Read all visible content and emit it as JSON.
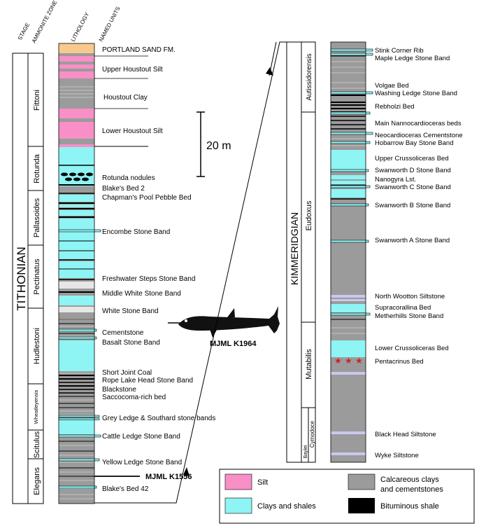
{
  "colors": {
    "silt": "#f88fc6",
    "clay": "#8ef4f4",
    "calc": "#9b9b9b",
    "bitum": "#000000",
    "portland": "#f8c98f",
    "white_band": "#e6e6e6",
    "siltstone": "#c8c8f0",
    "line": "#000000",
    "star": "#d42020"
  },
  "left_headers": {
    "stage": "STAGE",
    "zone": "AMMONITE ZONE",
    "lith": "LITHOLOGY",
    "units": "NAMED UNITS"
  },
  "left_stage": "TITHONIAN",
  "left_zones": [
    {
      "name": "Fittoni"
    },
    {
      "name": "Rotunda"
    },
    {
      "name": "Pallasoides"
    },
    {
      "name": "Pectinatus"
    },
    {
      "name": "Hudlestoni"
    },
    {
      "name": "Wheatleyensis"
    },
    {
      "name": "Scitulus"
    },
    {
      "name": "Elegans"
    }
  ],
  "left_units": [
    "PORTLAND SAND FM.",
    "Upper Houstout Silt",
    "Houstout Clay",
    "Lower Houstout Silt",
    "Rotunda nodules",
    "Blake's Bed 2",
    "Chapman's Pool Pebble Bed",
    "Encombe Stone Band",
    "Freshwater Steps Stone Band",
    "Middle White Stone Band",
    "White Stone Band",
    "Cementstone",
    "Basalt Stone Band",
    "Short Joint Coal",
    "Rope Lake Head Stone Band",
    "Blackstone",
    "Saccocoma-rich bed",
    "Grey Ledge & Southard stone bands",
    "Cattle Ledge Stone Band",
    "Yellow Ledge Stone Band",
    "Blake's Bed 42"
  ],
  "scale_label": "20 m",
  "specimen_1": "MJML  K1964",
  "specimen_2": "MJML  K1556",
  "right_stage": "KIMMERIDGIAN",
  "right_zones": [
    {
      "name": "Autissidorensis"
    },
    {
      "name": "Eudoxus"
    },
    {
      "name": "Mutabilis"
    },
    {
      "name": "Cymodoce"
    },
    {
      "name": "Baylei"
    }
  ],
  "right_units": [
    "Stink Corner Rib",
    "Maple Ledge Stone Band",
    "Volgae Bed",
    "Washing Ledge Stone Band",
    "Rebholzi Bed",
    "Main Nannocardioceras beds",
    "Neocardioceras Cementstone",
    "Hobarrow Bay Stone Band",
    "Upper Crussoliceras Bed",
    "Swanworth D Stone Band",
    "Nanogyra Lst.",
    "Swanworth C Stone Band",
    "Swanworth B Stone Band",
    "Swanworth A Stone Band",
    "North Wootton Siltstone",
    "Supracorallina Bed",
    "Metherhills Stone Band",
    "Lower Crussoliceras Bed",
    "Pentacrinus Bed",
    "Black Head Siltstone",
    "Wyke Siltstone"
  ],
  "legend": [
    {
      "key": "silt",
      "label": "Silt"
    },
    {
      "key": "calc",
      "label": "Calcareous clays and cementstones"
    },
    {
      "key": "clay",
      "label": "Clays and shales"
    },
    {
      "key": "bitum",
      "label": "Bituminous shale"
    }
  ]
}
